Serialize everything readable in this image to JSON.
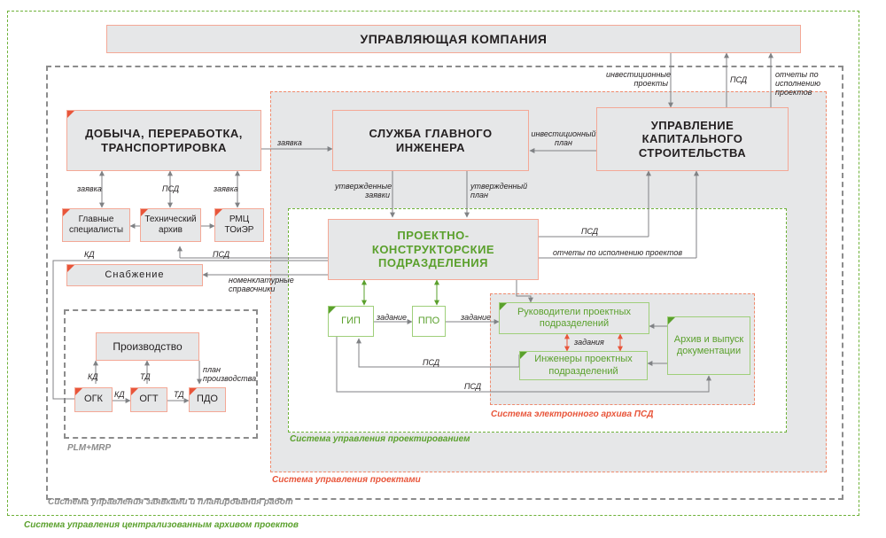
{
  "boxes": {
    "uk": "УПРАВЛЯЮЩАЯ КОМПАНИЯ",
    "dpt": "ДОБЫЧА, ПЕРЕРАБОТКА, ТРАНСПОРТИРОВКА",
    "sgi": "СЛУЖБА ГЛАВНОГО ИНЖЕНЕРА",
    "uks": "УПРАВЛЕНИЕ КАПИТАЛЬНОГО СТРОИТЕЛЬСТВА",
    "pkp": "ПРОЕКТНО-КОНСТРУКТОРСКИЕ ПОДРАЗДЕЛЕНИЯ",
    "glav_spec": "Главные специалисты",
    "tech_arch": "Технический архив",
    "rmc": "РМЦ ТОиЭР",
    "snab": "Снабжение",
    "proizv": "Производство",
    "ogk": "ОГК",
    "ogt": "ОГТ",
    "pdo": "ПДО",
    "gip": "ГИП",
    "ppo": "ППО",
    "ruk": "Руководители проектных подразделений",
    "inzh": "Инженеры проектных подразделений",
    "arch": "Архив и выпуск документации"
  },
  "labels": {
    "invest_projects": "инвестиционные проекты",
    "psd_top": "ПСД",
    "reports_top": "отчеты по исполнению проектов",
    "zayavka_main": "заявка",
    "invest_plan": "инвестиционный план",
    "approved_requests": "утвержденные заявки",
    "approved_plan": "утвержденный план",
    "zayavka_left": "заявка",
    "psd_archive": "ПСД",
    "zayavka_right": "заявка",
    "psd_mid": "ПСД",
    "reports_mid": "отчеты по исполнению проектов",
    "kd_left": "КД",
    "psd_left": "ПСД",
    "nomenclature": "номенклатурные справочники",
    "zadanie1": "задание",
    "zadanie2": "задание",
    "zadaniya": "задания",
    "psd_gip": "ПСД",
    "psd_bottom": "ПСД",
    "kd1": "КД",
    "td1": "ТД",
    "plan_prod": "план производства",
    "kd2": "КД",
    "td2": "ТД"
  },
  "systems": {
    "plm": "PLM+MRP",
    "sea": "Система электронного архива ПСД",
    "sup": "Система управления проектированием",
    "supr": "Система управления проектами",
    "suzp": "Система управления заявками и планирования работ",
    "sucap": "Система управления централизованным архивом проектов"
  },
  "colors": {
    "green": "#5aa02c",
    "orange": "#e8553a",
    "gray": "#8c8c8c",
    "fill": "#e6e7e8"
  }
}
